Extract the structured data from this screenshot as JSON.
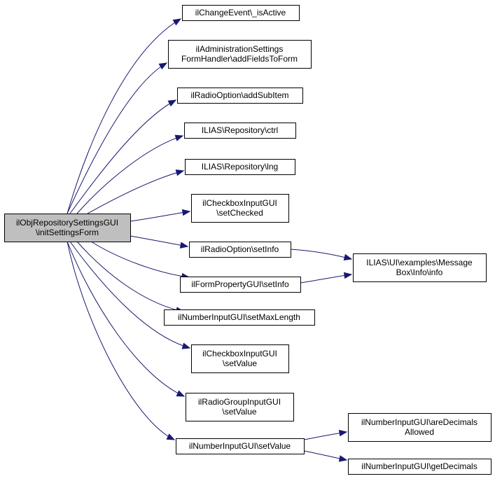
{
  "diagram": {
    "colors": {
      "edge": "#191970",
      "root_fill": "#bfbfbf",
      "node_fill": "#ffffff",
      "node_border": "#000000"
    },
    "nodes": [
      {
        "id": "root",
        "lines": [
          "ilObjRepositorySettingsGUI",
          "\\initSettingsForm"
        ]
      },
      {
        "id": "n1",
        "lines": [
          "ilChangeEvent\\_isActive"
        ]
      },
      {
        "id": "n2",
        "lines": [
          "ilAdministrationSettings",
          "FormHandler\\addFieldsToForm"
        ]
      },
      {
        "id": "n3",
        "lines": [
          "ilRadioOption\\addSubItem"
        ]
      },
      {
        "id": "n4",
        "lines": [
          "ILIAS\\Repository\\ctrl"
        ]
      },
      {
        "id": "n5",
        "lines": [
          "ILIAS\\Repository\\lng"
        ]
      },
      {
        "id": "n6",
        "lines": [
          "ilCheckboxInputGUI",
          "\\setChecked"
        ]
      },
      {
        "id": "n7",
        "lines": [
          "ilRadioOption\\setInfo"
        ]
      },
      {
        "id": "n8",
        "lines": [
          "ilFormPropertyGUI\\setInfo"
        ]
      },
      {
        "id": "n9",
        "lines": [
          "ilNumberInputGUI\\setMaxLength"
        ]
      },
      {
        "id": "n10",
        "lines": [
          "ilCheckboxInputGUI",
          "\\setValue"
        ]
      },
      {
        "id": "n11",
        "lines": [
          "ilRadioGroupInputGUI",
          "\\setValue"
        ]
      },
      {
        "id": "n12",
        "lines": [
          "ilNumberInputGUI\\setValue"
        ]
      },
      {
        "id": "n13",
        "lines": [
          "ILIAS\\UI\\examples\\Message",
          "Box\\Info\\info"
        ]
      },
      {
        "id": "n14",
        "lines": [
          "ilNumberInputGUI\\areDecimals",
          "Allowed"
        ]
      },
      {
        "id": "n15",
        "lines": [
          "ilNumberInputGUI\\getDecimals"
        ]
      }
    ],
    "edges": [
      {
        "from": "root",
        "to": "n1"
      },
      {
        "from": "root",
        "to": "n2"
      },
      {
        "from": "root",
        "to": "n3"
      },
      {
        "from": "root",
        "to": "n4"
      },
      {
        "from": "root",
        "to": "n5"
      },
      {
        "from": "root",
        "to": "n6"
      },
      {
        "from": "root",
        "to": "n7"
      },
      {
        "from": "root",
        "to": "n8"
      },
      {
        "from": "root",
        "to": "n9"
      },
      {
        "from": "root",
        "to": "n10"
      },
      {
        "from": "root",
        "to": "n11"
      },
      {
        "from": "root",
        "to": "n12"
      },
      {
        "from": "n7",
        "to": "n13"
      },
      {
        "from": "n8",
        "to": "n13"
      },
      {
        "from": "n12",
        "to": "n14"
      },
      {
        "from": "n12",
        "to": "n15"
      }
    ]
  }
}
